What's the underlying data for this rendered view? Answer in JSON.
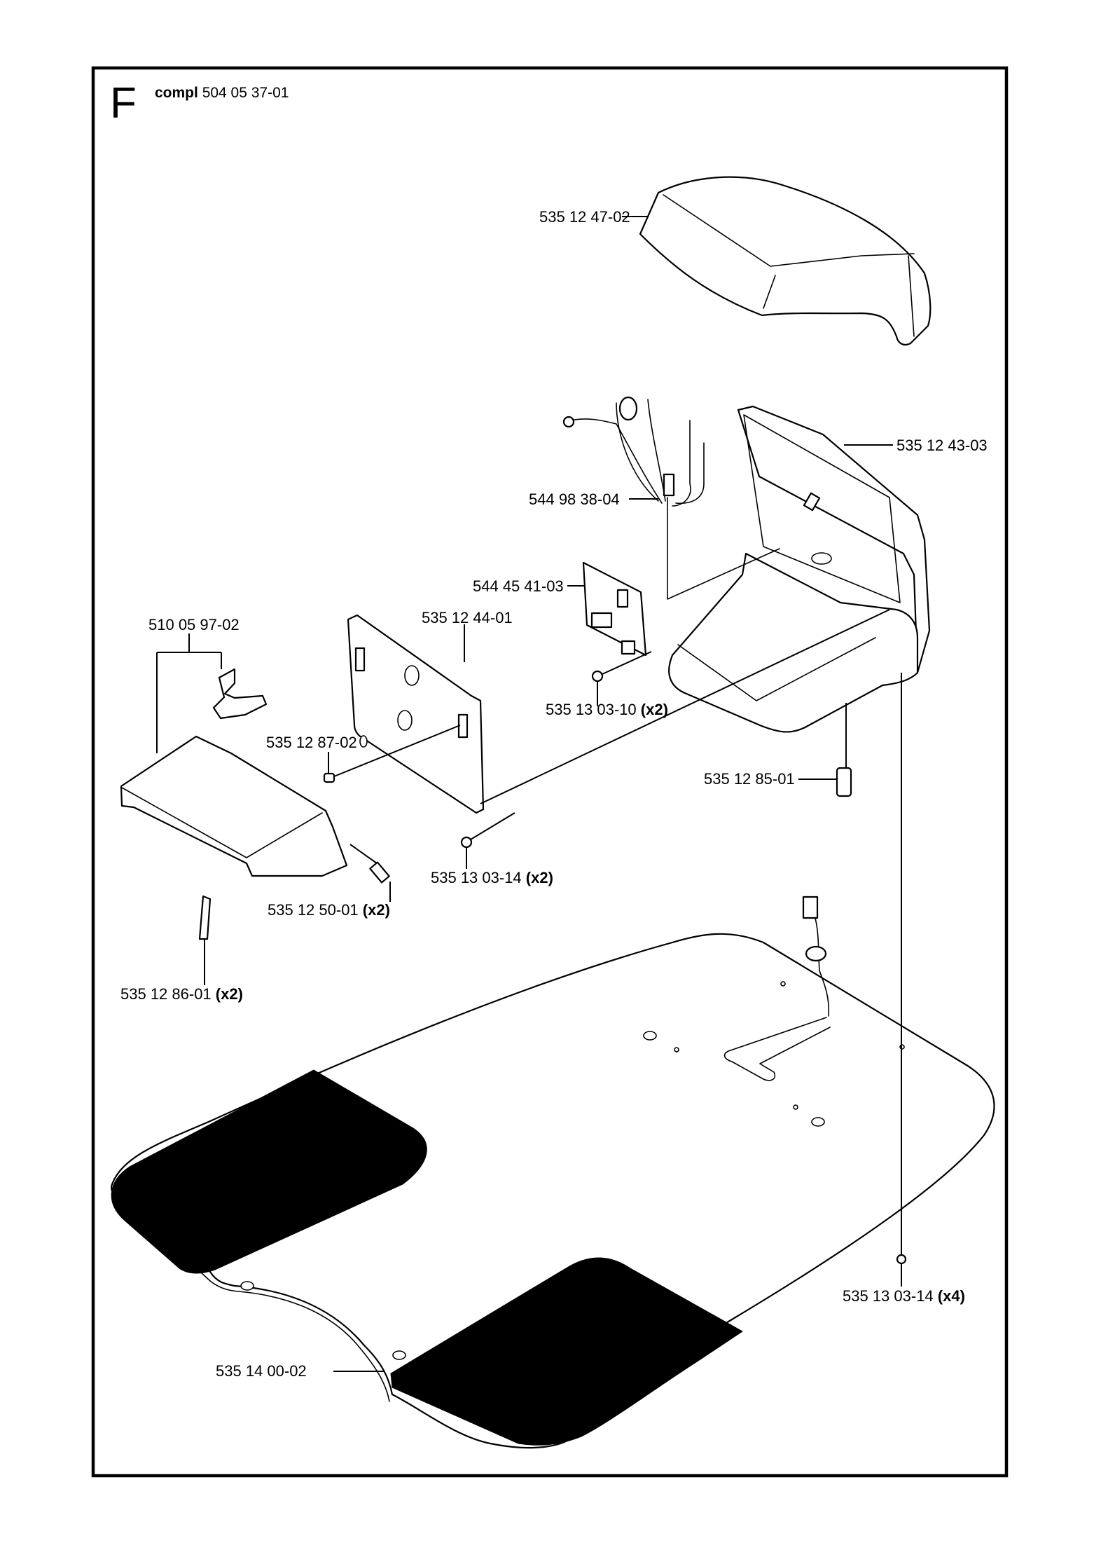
{
  "diagram": {
    "section_letter": "F",
    "assembly": {
      "prefix": "compl",
      "part_number": "504 05 37-01"
    },
    "callouts": [
      {
        "id": "top-cover",
        "part_number": "535 12 47-02",
        "qty": ""
      },
      {
        "id": "housing",
        "part_number": "535 12 43-03",
        "qty": ""
      },
      {
        "id": "wire-harness",
        "part_number": "544 98 38-04",
        "qty": ""
      },
      {
        "id": "circuit-board",
        "part_number": "544 45 41-03",
        "qty": ""
      },
      {
        "id": "mounting-plate",
        "part_number": "535 12 44-01",
        "qty": ""
      },
      {
        "id": "tray-assembly",
        "part_number": "510 05 97-02",
        "qty": ""
      },
      {
        "id": "pin",
        "part_number": "535 12 87-02",
        "qty": ""
      },
      {
        "id": "pcb-screw",
        "part_number": "535 13 03-10",
        "qty": "(x2)"
      },
      {
        "id": "connector",
        "part_number": "535 12 85-01",
        "qty": ""
      },
      {
        "id": "plate-screw",
        "part_number": "535 13 03-14",
        "qty": "(x2)"
      },
      {
        "id": "spacer",
        "part_number": "535 12 50-01",
        "qty": "(x2)"
      },
      {
        "id": "clip",
        "part_number": "535 12 86-01",
        "qty": "(x2)"
      },
      {
        "id": "base-screw",
        "part_number": "535 13 03-14",
        "qty": "(x4)"
      },
      {
        "id": "base-plate",
        "part_number": "535 14 00-02",
        "qty": ""
      }
    ]
  }
}
